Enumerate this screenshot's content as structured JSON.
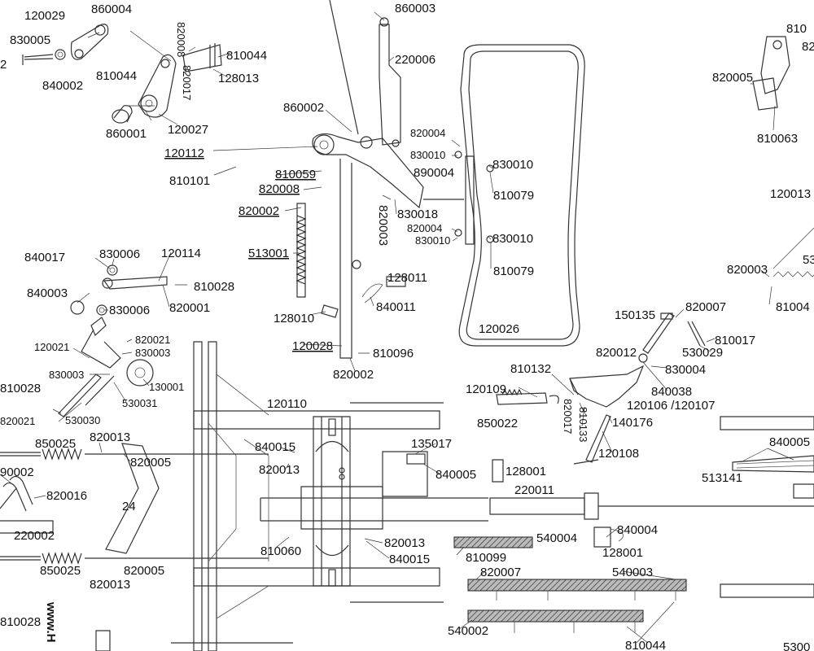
{
  "diagram": {
    "part_labels": [
      "120029",
      "860004",
      "830005",
      "840002",
      "810044",
      "820008",
      "820017",
      "810044",
      "128013",
      "860001",
      "120027",
      "860003",
      "220006",
      "860002",
      "120112",
      "810101",
      "810059",
      "820008",
      "820002",
      "513001",
      "820004",
      "830010",
      "890004",
      "830010",
      "810079",
      "830018",
      "820003",
      "820004",
      "830010",
      "830010",
      "810079",
      "128011",
      "840011",
      "128010",
      "120028",
      "810096",
      "820002",
      "120026",
      "840017",
      "830006",
      "120114",
      "810028",
      "840003",
      "830006",
      "820001",
      "120021",
      "820021",
      "830003",
      "830003",
      "130001",
      "530031",
      "530030",
      "820021",
      "810028",
      "820005",
      "120013",
      "810063",
      "820003",
      "53",
      "81004",
      "810",
      "82",
      "150135",
      "820007",
      "810017",
      "820012",
      "530029",
      "830004",
      "810132",
      "840038",
      "120109",
      "120106 /120107",
      "850022",
      "820017",
      "810133",
      "140176",
      "120110",
      "840015",
      "820013",
      "135017",
      "840005",
      "120108",
      "850025",
      "820013",
      "820005",
      "128001",
      "90002",
      "820016",
      "24",
      "220011",
      "220002",
      "840004",
      "128001",
      "810060",
      "820013",
      "840015",
      "540004",
      "810099",
      "820007",
      "540003",
      "850025",
      "820013",
      "820005",
      "540002",
      "810028",
      "810044",
      "840005",
      "513141",
      "5300",
      "2",
      "www.H"
    ]
  }
}
